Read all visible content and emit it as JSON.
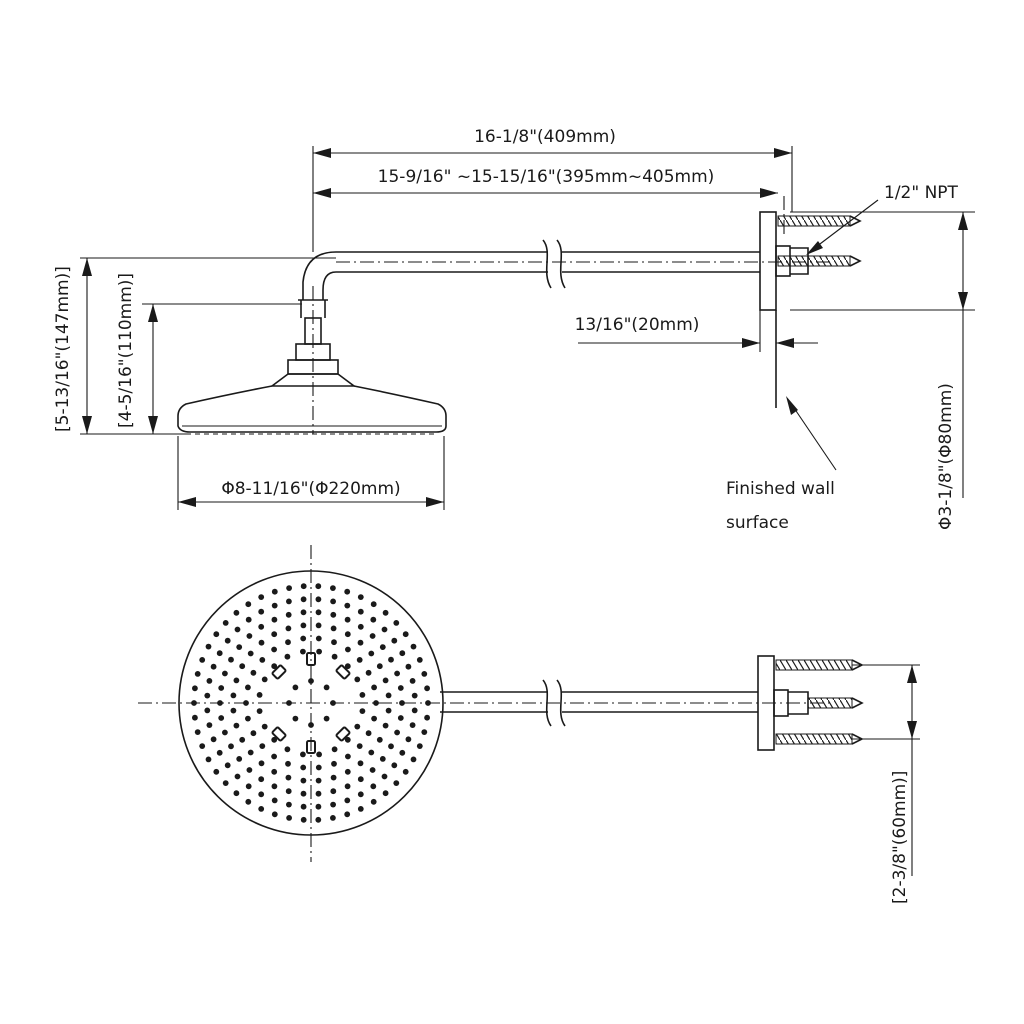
{
  "dimensions": {
    "overall_length": "16-1/8\"(409mm)",
    "arm_length_range": "15-9/16\" ~15-15/16\"(395mm~405mm)",
    "thread": "1/2\" NPT",
    "flange_offset": "13/16\"(20mm)",
    "total_height": "[5-13/16\"(147mm)]",
    "head_height": "[4-5/16\"(110mm)]",
    "head_diameter": "Φ8-11/16\"(Φ220mm)",
    "flange_diameter": "Φ3-1/8\"(Φ80mm)",
    "screw_spacing": "[2-3/8\"(60mm)]"
  },
  "labels": {
    "wall_line1": "Finished wall",
    "wall_line2": "surface"
  }
}
